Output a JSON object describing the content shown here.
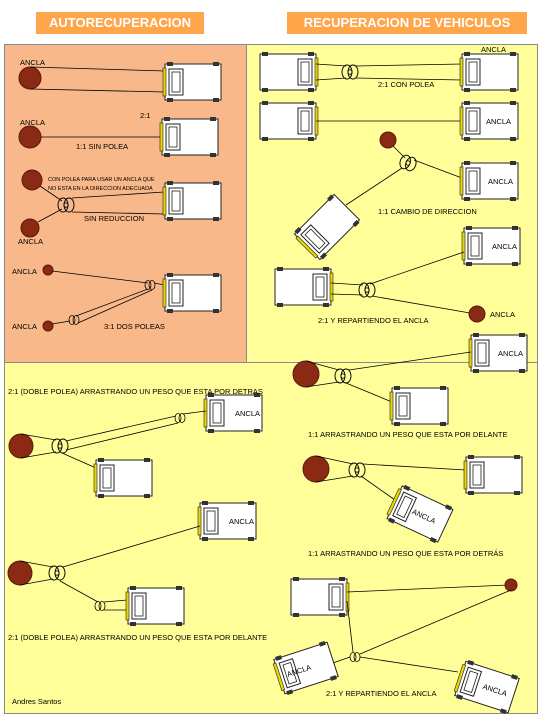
{
  "headers": {
    "left": "AUTORECUPERACION",
    "right": "RECUPERACION DE VEHICULOS"
  },
  "auto": {
    "ancla": "ANCLA",
    "ratio_21": "2:1",
    "sin_polea": "1:1 SIN POLEA",
    "polea_note_1": "CON POLEA PARA USAR UN ANCLA QUE",
    "polea_note_2": "NO ESTA EN LA DIRECCION ADECUADA",
    "sin_reduccion": "SIN REDUCCION",
    "dos_poleas": "3:1 DOS POLEAS"
  },
  "vehicles": {
    "ancla": "ANCLA",
    "con_polea": "2:1  CON POLEA",
    "cambio": "1:1     CAMBIO DE DIRECCION",
    "repartiendo": "2:1  Y REPARTIENDO EL ANCLA"
  },
  "lower": {
    "ancla": "ANCLA",
    "doble_detras": "2:1   (DOBLE POLEA)  ARRASTRANDO UN PESO QUE ESTA POR DETRAS",
    "delante_11": "1:1     ARRASTRANDO UN PESO QUE ESTA POR DELANTE",
    "detras_11": "1:1     ARRASTRANDO UN PESO QUE ESTA POR DETRÁS",
    "doble_delante": "2:1  (DOBLE POLEA)  ARRASTRANDO UN PESO QUE ESTA POR DELANTE",
    "repartiendo": "2:1  Y REPARTIENDO EL ANCLA",
    "author": "Andres Santos"
  },
  "colors": {
    "header": "#ffa54a",
    "auto_bg": "#f8b88a",
    "veh_bg": "#fffe99",
    "anchor_ball": "#8b2a14"
  }
}
